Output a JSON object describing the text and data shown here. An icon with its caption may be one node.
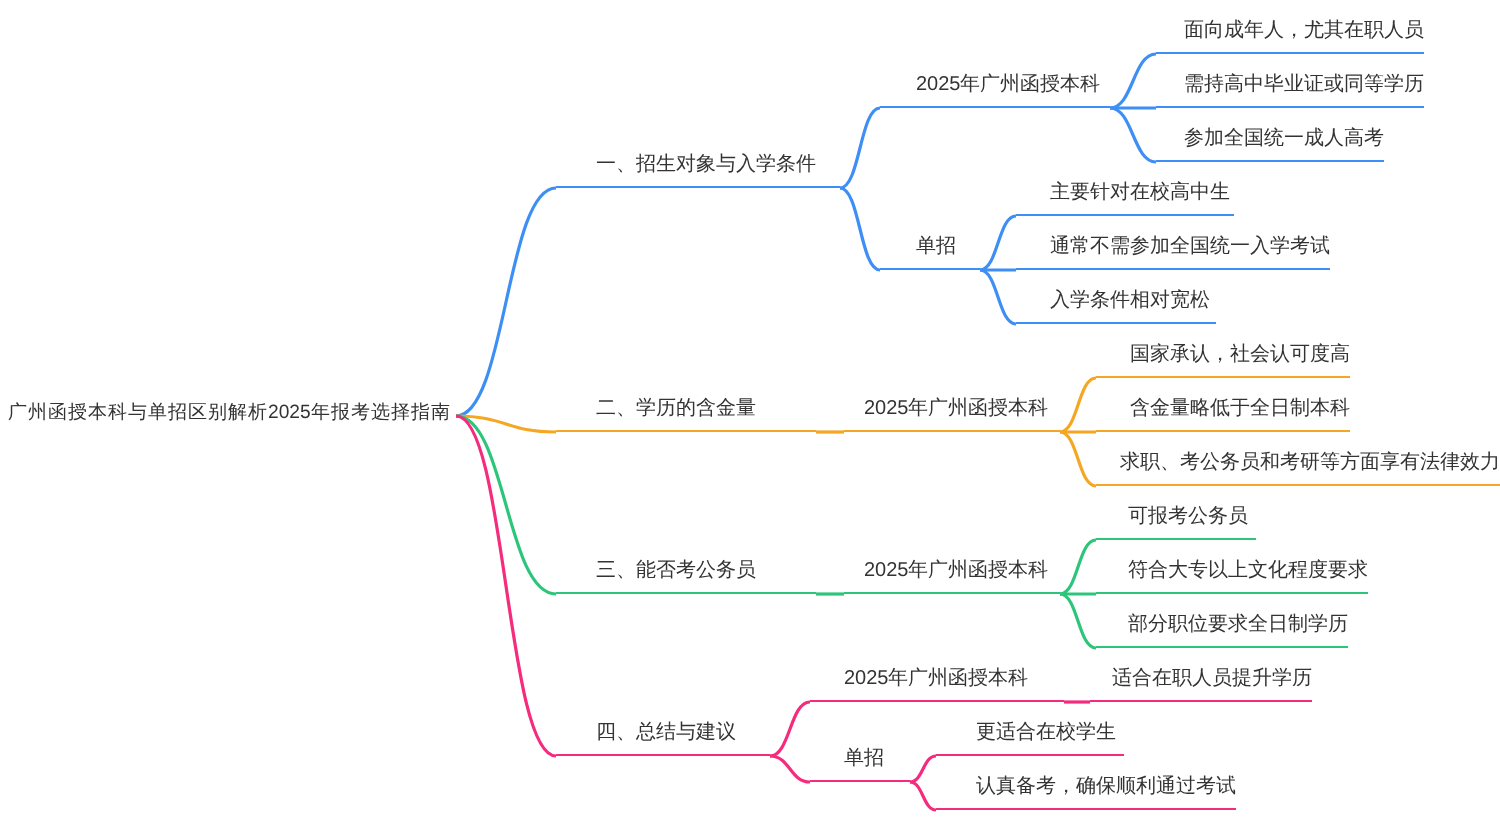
{
  "diagram": {
    "nodes": [
      {
        "text": [
          "广州函授本科与单招区别解析2025年报考选择指南"
        ]
      },
      {
        "text": [
          "一、招生对象与入学条件"
        ]
      },
      {
        "text": [
          "2025年广州函授本科"
        ]
      },
      {
        "text": [
          "面向成年人，尤其在职人员"
        ]
      },
      {
        "text": [
          "需持高中毕业证或同等学历"
        ]
      },
      {
        "text": [
          "参加全国统一成人高考"
        ]
      },
      {
        "text": [
          "单招"
        ]
      },
      {
        "text": [
          "主要针对在校高中生"
        ]
      },
      {
        "text": [
          "通常不需参加全国统一入学考试"
        ]
      },
      {
        "text": [
          "入学条件相对宽松"
        ]
      },
      {
        "text": [
          "二、学历的含金量"
        ]
      },
      {
        "text": [
          "2025年广州函授本科"
        ]
      },
      {
        "text": [
          "国家承认，社会认可度高"
        ]
      },
      {
        "text": [
          "含金量略低于全日制本科"
        ]
      },
      {
        "text": [
          "求职、考公务员和考研等方面享有法律效力"
        ]
      },
      {
        "text": [
          "三、能否考公务员"
        ]
      },
      {
        "text": [
          "2025年广州函授本科"
        ]
      },
      {
        "text": [
          "可报考公务员"
        ]
      },
      {
        "text": [
          "符合大专以上文化程度要求"
        ]
      },
      {
        "text": [
          "部分职位要求全日制学历"
        ]
      },
      {
        "text": [
          "四、总结与建议"
        ]
      },
      {
        "text": [
          "2025年广州函授本科"
        ]
      },
      {
        "text": [
          "适合在职人员提升学历"
        ]
      },
      {
        "text": [
          "单招"
        ]
      },
      {
        "text": [
          "更适合在校学生"
        ]
      },
      {
        "text": [
          "认真备考，确保顺利通过考试"
        ]
      }
    ],
    "edges": [
      {
        "from": 0,
        "to": 1,
        "arrow": "none",
        "color": "#3d8ff5"
      },
      {
        "from": 1,
        "to": 2,
        "arrow": "none",
        "color": "#3d8ff5"
      },
      {
        "from": 2,
        "to": 3,
        "arrow": "none",
        "color": "#3d8ff5"
      },
      {
        "from": 2,
        "to": 4,
        "arrow": "none",
        "color": "#3d8ff5"
      },
      {
        "from": 2,
        "to": 5,
        "arrow": "none",
        "color": "#3d8ff5"
      },
      {
        "from": 1,
        "to": 6,
        "arrow": "none",
        "color": "#3d8ff5"
      },
      {
        "from": 6,
        "to": 7,
        "arrow": "none",
        "color": "#3d8ff5"
      },
      {
        "from": 6,
        "to": 8,
        "arrow": "none",
        "color": "#3d8ff5"
      },
      {
        "from": 6,
        "to": 9,
        "arrow": "none",
        "color": "#3d8ff5"
      },
      {
        "from": 0,
        "to": 10,
        "arrow": "none",
        "color": "#f5a623"
      },
      {
        "from": 10,
        "to": 11,
        "arrow": "none",
        "color": "#f5a623"
      },
      {
        "from": 11,
        "to": 12,
        "arrow": "none",
        "color": "#f5a623"
      },
      {
        "from": 11,
        "to": 13,
        "arrow": "none",
        "color": "#f5a623"
      },
      {
        "from": 11,
        "to": 14,
        "arrow": "none",
        "color": "#f5a623"
      },
      {
        "from": 0,
        "to": 15,
        "arrow": "none",
        "color": "#2cc57a"
      },
      {
        "from": 15,
        "to": 16,
        "arrow": "none",
        "color": "#2cc57a"
      },
      {
        "from": 16,
        "to": 17,
        "arrow": "none",
        "color": "#2cc57a"
      },
      {
        "from": 16,
        "to": 18,
        "arrow": "none",
        "color": "#2cc57a"
      },
      {
        "from": 16,
        "to": 19,
        "arrow": "none",
        "color": "#2cc57a"
      },
      {
        "from": 0,
        "to": 20,
        "arrow": "none",
        "color": "#f52b7e"
      },
      {
        "from": 20,
        "to": 21,
        "arrow": "none",
        "color": "#f52b7e"
      },
      {
        "from": 21,
        "to": 22,
        "arrow": "none",
        "color": "#f52b7e"
      },
      {
        "from": 20,
        "to": 23,
        "arrow": "none",
        "color": "#f52b7e"
      },
      {
        "from": 23,
        "to": 24,
        "arrow": "none",
        "color": "#f52b7e"
      },
      {
        "from": 23,
        "to": 25,
        "arrow": "none",
        "color": "#f52b7e"
      }
    ]
  }
}
